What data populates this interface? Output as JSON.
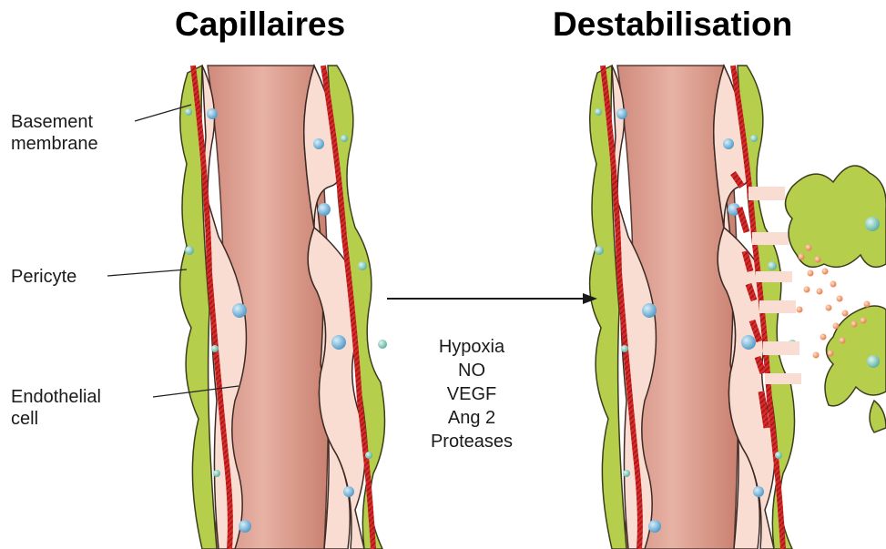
{
  "titles": {
    "left": "Capillaires",
    "right": "Destabilisation"
  },
  "labels": {
    "basement_membrane_line1": "Basement",
    "basement_membrane_line2": "membrane",
    "pericyte": "Pericyte",
    "endothelial_line1": "Endothelial",
    "endothelial_line2": "cell"
  },
  "factors": [
    "Hypoxia",
    "NO",
    "VEGF",
    "Ang 2",
    "Proteases"
  ],
  "colors": {
    "lumen": "#d9998a",
    "endothelial": "#f9ddd2",
    "pericyte": "#b5cf4c",
    "basement_membrane": "#d42a2a",
    "nucleus": "#6ab0d8",
    "pericyte_nucleus": "#7fc6b8",
    "extravasated_cells": "#f29a70"
  },
  "icons": [
    "arrow-right-icon"
  ]
}
